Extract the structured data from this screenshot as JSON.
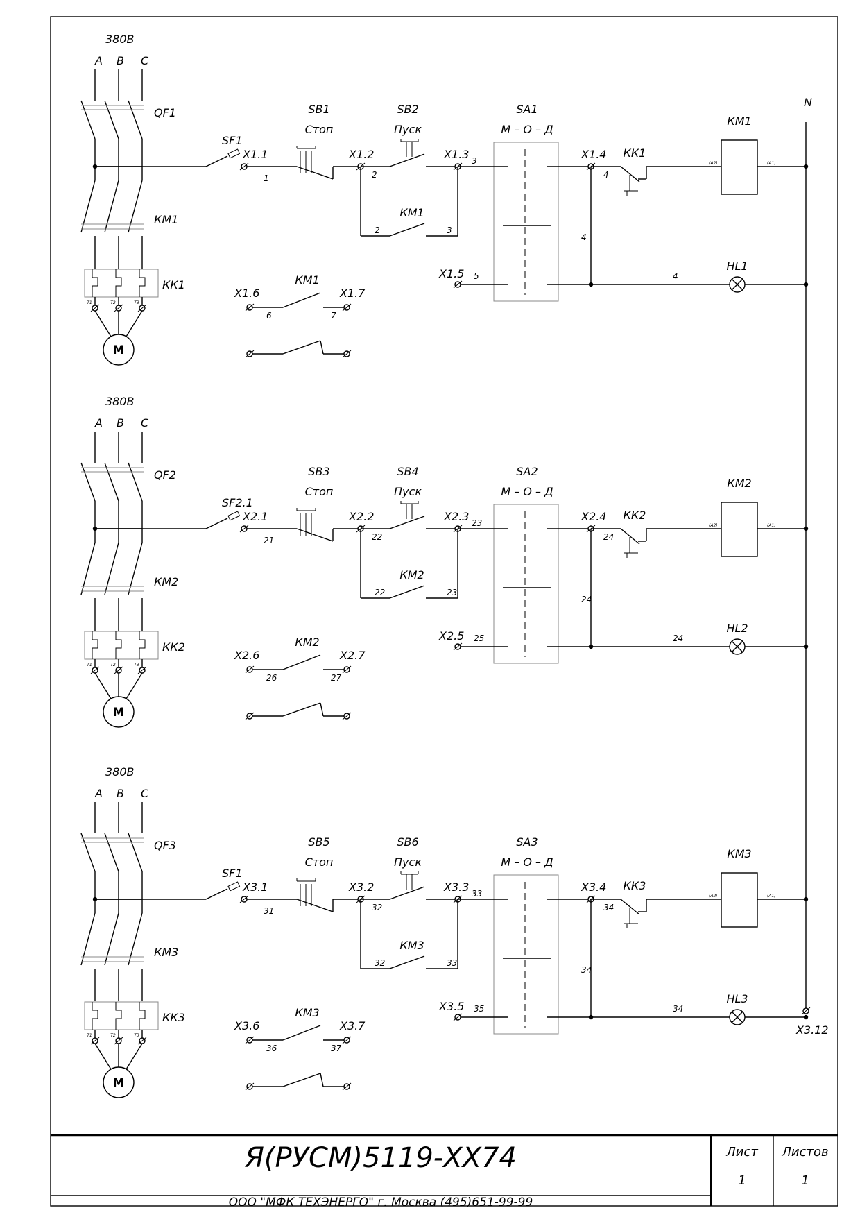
{
  "title_block": {
    "doc_code": "Я(РУСМ)5119-ХХ74",
    "company": "ООО \"МФК ТЕХЭНЕРГО\" г. Москва (495)651-99-99",
    "sheet_label": "Лист",
    "sheet_value": "1",
    "sheets_label": "Листов",
    "sheets_value": "1"
  },
  "neutral_label": "N",
  "terminal_end": "Х3.12",
  "circuits": [
    {
      "voltage": "380В",
      "phases": [
        "А",
        "В",
        "С"
      ],
      "qf": "QF1",
      "km_power": "КМ1",
      "kk_power": "КК1",
      "motor": "М",
      "kk_terms": [
        "Т1",
        "Т2",
        "Т3"
      ],
      "sf": "SF1",
      "sb_stop": "SB1",
      "stop_label": "Стоп",
      "sb_start": "SB2",
      "start_label": "Пуск",
      "sa": "SA1",
      "sa_modes": "М – О – Д",
      "km_coil": "КМ1",
      "coil_a2": "(А2)",
      "coil_a1": "(А1)",
      "kk_contact": "КК1",
      "hl": "HL1",
      "km_aux": "КМ1",
      "km_aux2": "КМ1",
      "terminals": {
        "t1": "Х1.1",
        "t2": "Х1.2",
        "t3": "Х1.3",
        "t4": "Х1.4",
        "t5": "Х1.5",
        "t6": "Х1.6",
        "t7": "Х1.7"
      },
      "wires": {
        "w_t1": "1",
        "w_t2": "2",
        "w_t3": "3",
        "w_t4": "4",
        "w_left": "2",
        "w_right": "3",
        "w_vert": "4",
        "w_hl": "4",
        "w_t5": "5",
        "w_t6": "6",
        "w_t7": "7"
      }
    },
    {
      "voltage": "380В",
      "phases": [
        "А",
        "В",
        "С"
      ],
      "qf": "QF2",
      "km_power": "КМ2",
      "kk_power": "КК2",
      "motor": "М",
      "kk_terms": [
        "Т1",
        "Т2",
        "Т3"
      ],
      "sf": "SF2.1",
      "sb_stop": "SB3",
      "stop_label": "Стоп",
      "sb_start": "SB4",
      "start_label": "Пуск",
      "sa": "SA2",
      "sa_modes": "М – О – Д",
      "km_coil": "КМ2",
      "coil_a2": "(А2)",
      "coil_a1": "(А1)",
      "kk_contact": "КК2",
      "hl": "HL2",
      "km_aux": "КМ2",
      "km_aux2": "КМ2",
      "terminals": {
        "t1": "Х2.1",
        "t2": "Х2.2",
        "t3": "Х2.3",
        "t4": "Х2.4",
        "t5": "Х2.5",
        "t6": "Х2.6",
        "t7": "Х2.7"
      },
      "wires": {
        "w_t1": "21",
        "w_t2": "22",
        "w_t3": "23",
        "w_t4": "24",
        "w_left": "22",
        "w_right": "23",
        "w_vert": "24",
        "w_hl": "24",
        "w_t5": "25",
        "w_t6": "26",
        "w_t7": "27"
      }
    },
    {
      "voltage": "380В",
      "phases": [
        "А",
        "В",
        "С"
      ],
      "qf": "QF3",
      "km_power": "КМ3",
      "kk_power": "КК3",
      "motor": "М",
      "kk_terms": [
        "Т1",
        "Т2",
        "Т3"
      ],
      "sf": "SF1",
      "sb_stop": "SB5",
      "stop_label": "Стоп",
      "sb_start": "SB6",
      "start_label": "Пуск",
      "sa": "SA3",
      "sa_modes": "М – О – Д",
      "km_coil": "КМ3",
      "coil_a2": "(А2)",
      "coil_a1": "(А1)",
      "kk_contact": "КК3",
      "hl": "HL3",
      "km_aux": "КМ3",
      "km_aux2": "КМ3",
      "terminals": {
        "t1": "Х3.1",
        "t2": "Х3.2",
        "t3": "Х3.3",
        "t4": "Х3.4",
        "t5": "Х3.5",
        "t6": "Х3.6",
        "t7": "Х3.7"
      },
      "wires": {
        "w_t1": "31",
        "w_t2": "32",
        "w_t3": "33",
        "w_t4": "34",
        "w_left": "32",
        "w_right": "33",
        "w_vert": "34",
        "w_hl": "34",
        "w_t5": "35",
        "w_t6": "36",
        "w_t7": "37"
      }
    }
  ]
}
